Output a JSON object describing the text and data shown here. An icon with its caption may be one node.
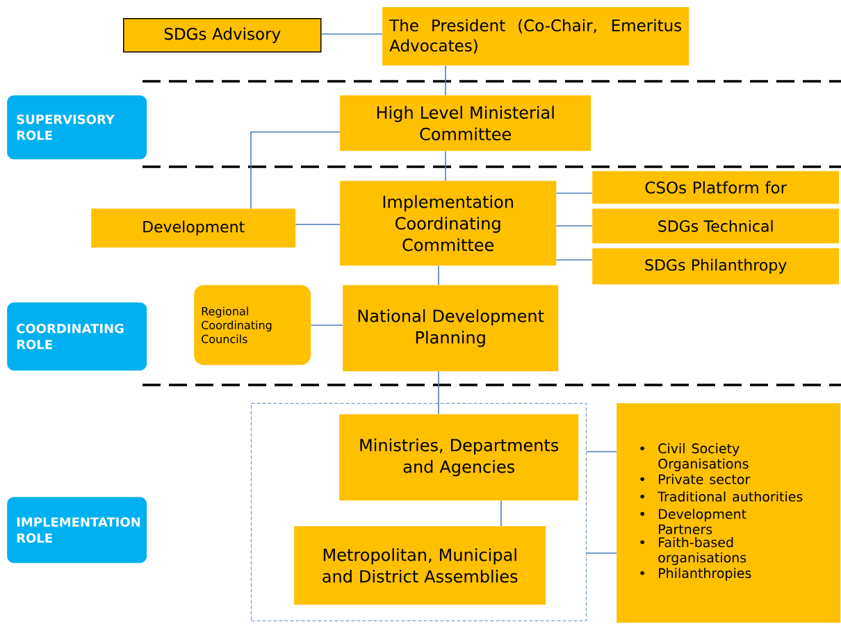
{
  "diagram": {
    "nodes": [
      {
        "text": [
          "SDGs Advisory"
        ]
      },
      {
        "text": [
          "The President (Co-Chair, Emeritus Advocates)"
        ]
      },
      {
        "text": [
          "SUPERVISORY ROLE"
        ]
      },
      {
        "text": [
          "High Level Ministerial Committee"
        ]
      },
      {
        "text": [
          "Implementation Coordinating Committee"
        ]
      },
      {
        "text": [
          "Development"
        ]
      },
      {
        "text": [
          "CSOs Platform for"
        ]
      },
      {
        "text": [
          "SDGs Technical"
        ]
      },
      {
        "text": [
          "SDGs Philanthropy"
        ]
      },
      {
        "text": [
          "COORDINATING ROLE"
        ]
      },
      {
        "text": [
          "Regional Coordinating Councils"
        ]
      },
      {
        "text": [
          "National Development Planning"
        ]
      },
      {
        "text": [],
        "shape": "box"
      },
      {
        "text": [
          "Ministries, Departments and Agencies"
        ],
        "in": 12
      },
      {
        "text": [
          "Metropolitan, Municipal and District Assemblies"
        ],
        "in": 12
      },
      {
        "text": [
          "IMPLEMENTATION ROLE"
        ]
      },
      {
        "text": [
          "Civil Society Organisations",
          "Private sector",
          "Traditional authorities",
          "Development Partners",
          "Faith-based organisations",
          "Philanthropies"
        ]
      }
    ],
    "edges": [
      {
        "from": 0,
        "to": 1,
        "arrow": "none"
      },
      {
        "from": 1,
        "to": 3,
        "arrow": "none"
      },
      {
        "from": 3,
        "to": 5,
        "arrow": "none"
      },
      {
        "from": 3,
        "to": 4,
        "arrow": "none"
      },
      {
        "from": 4,
        "to": 5,
        "arrow": "none"
      },
      {
        "from": 4,
        "to": 6,
        "arrow": "none"
      },
      {
        "from": 4,
        "to": 7,
        "arrow": "none"
      },
      {
        "from": 4,
        "to": 8,
        "arrow": "none"
      },
      {
        "from": 4,
        "to": 11,
        "arrow": "none"
      },
      {
        "from": 10,
        "to": 11,
        "arrow": "none"
      },
      {
        "from": 11,
        "to": 13,
        "arrow": "none"
      },
      {
        "from": 13,
        "to": 14,
        "arrow": "none"
      },
      {
        "from": 12,
        "to": 16,
        "arrow": "none"
      },
      {
        "from": 12,
        "to": 16,
        "arrow": "none"
      }
    ]
  }
}
